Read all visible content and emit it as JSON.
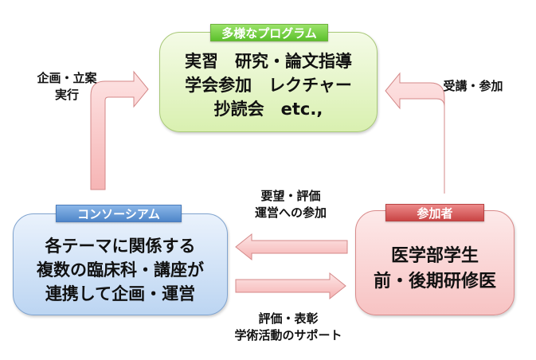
{
  "program_box": {
    "tag": "多様なプログラム",
    "lines": [
      "実習　研究・論文指導",
      "学会参加　レクチャー",
      "抄読会　etc.,"
    ],
    "colors": {
      "fill_top": "#f4fbe6",
      "fill_bottom": "#d9f0b0",
      "border": "#a8c878",
      "tag_top": "#9be36a",
      "tag_bottom": "#5cc02c"
    }
  },
  "consortium_box": {
    "tag": "コンソーシアム",
    "lines": [
      "各テーマに関係する",
      "複数の臨床科・講座が",
      "連携して企画・運営"
    ],
    "colors": {
      "fill_top": "#eaf2fc",
      "fill_bottom": "#bcd5f2",
      "border": "#7fa3cf",
      "tag_top": "#8ab6e8",
      "tag_bottom": "#4f86c9"
    }
  },
  "participant_box": {
    "tag": "参加者",
    "lines": [
      "医学部学生",
      "前・後期研修医"
    ],
    "colors": {
      "fill_top": "#fde9e9",
      "fill_bottom": "#f7c3c3",
      "border": "#d98a8a",
      "tag_top": "#ec8a8a",
      "tag_bottom": "#c94545"
    }
  },
  "arrow_labels": {
    "plan": [
      "企画・立案",
      "実行"
    ],
    "attend": [
      "受講・参加"
    ],
    "feedback": [
      "要望・評価",
      "運営への参加"
    ],
    "support": [
      "評価・表彰",
      "学術活動のサポート"
    ]
  },
  "arrow_colors": {
    "fill_top": "#fde3e3",
    "fill_bottom": "#f6b5b5",
    "stroke": "#d48888"
  }
}
